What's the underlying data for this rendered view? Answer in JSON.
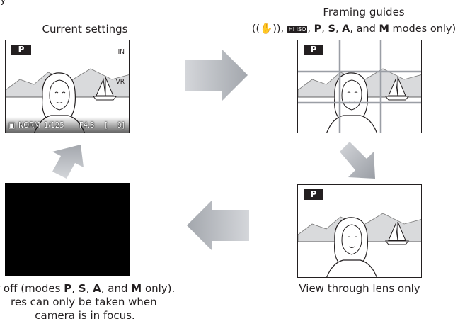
{
  "top_caption_cut": "y",
  "screens": {
    "current": {
      "title": "Current settings",
      "mode": "P",
      "icons": {
        "top_right": "IN",
        "vr": "VR"
      },
      "osd": {
        "quality": "NORM",
        "shutter": "1/125",
        "aperture": "F4.3",
        "bracket": "[",
        "frames": "9]"
      }
    },
    "framing": {
      "title": "Framing guides",
      "subtitle_open": "((",
      "subtitle_hand": "hand-icon",
      "subtitle_mid": ")),",
      "subtitle_hiso": "HI ISO",
      "subtitle_modes": [
        {
          "label": "P",
          "sep": ", "
        },
        {
          "label": "S",
          "sep": ", "
        },
        {
          "label": "A",
          "sep": ", and "
        },
        {
          "label": "M",
          "sep": " modes only)"
        }
      ],
      "mode": "P"
    },
    "lens": {
      "mode": "P",
      "caption": "View through lens only"
    },
    "monitor_off": {
      "line1_pre": "r off (modes ",
      "line1_modes": [
        {
          "label": "P",
          "sep": ", "
        },
        {
          "label": "S",
          "sep": ", "
        },
        {
          "label": "A",
          "sep": ", and "
        },
        {
          "label": "M",
          "sep": " only)."
        }
      ],
      "line2": "res can only be taken when",
      "line3": "camera is in focus."
    }
  },
  "colors": {
    "arrow_light": "#c9ccd1",
    "arrow_dark": "#9a9ea5",
    "ink": "#231f20",
    "black_screen": "#000000"
  }
}
